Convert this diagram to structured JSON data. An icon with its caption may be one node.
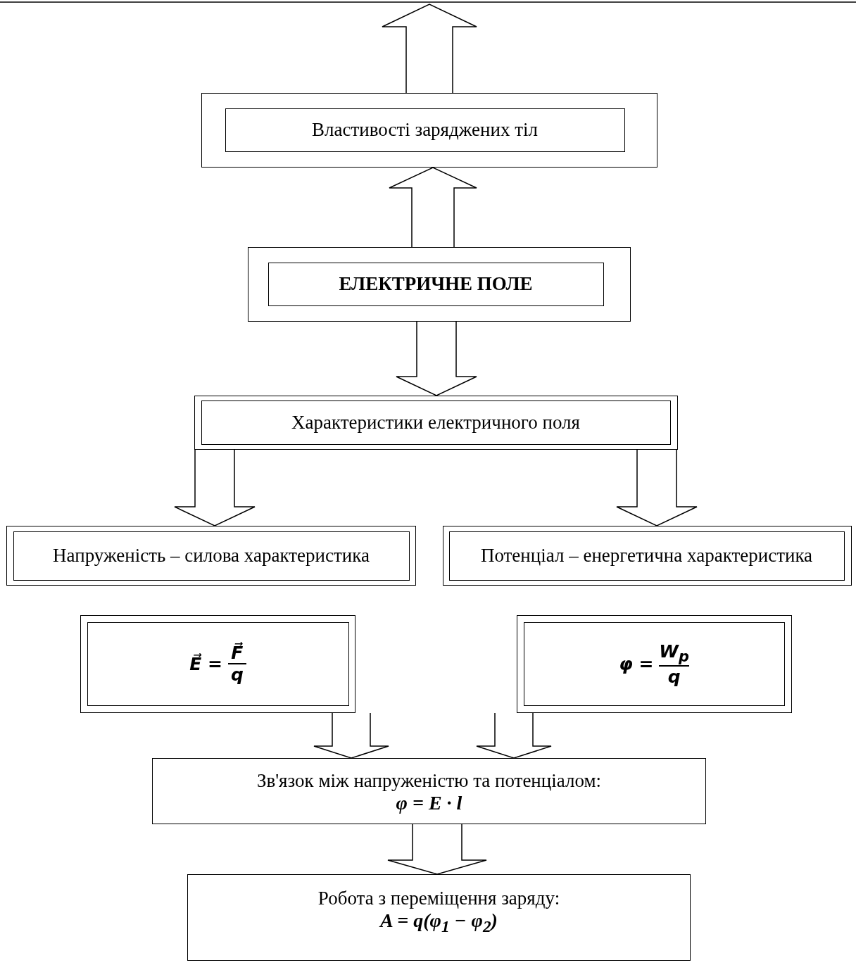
{
  "diagram": {
    "nodes": [
      {
        "text": [
          "Властивості заряджених тіл"
        ]
      },
      {
        "text": [
          "ЕЛЕКТРИЧНЕ ПОЛЕ"
        ]
      },
      {
        "text": [
          "Характеристики електричного поля"
        ]
      },
      {
        "text": [
          "Напруженість – силова характеристика"
        ]
      },
      {
        "text": [
          "Потенціал – енергетична характеристика"
        ]
      },
      {
        "text": [
          "E⃗ =",
          "F⃗",
          "q"
        ]
      },
      {
        "text": [
          "φ =",
          "W$_{p}$",
          "q"
        ]
      },
      {
        "text": [
          "Зв'язок між напруженістю та потенціалом:",
          "φ = E · l"
        ]
      },
      {
        "text": [
          "Робота з переміщення заряду:",
          "A = q(φ$_{1}$ − φ$_{2}$)"
        ]
      }
    ],
    "edges": [
      {
        "from": 0,
        "to": null,
        "arrow": "to"
      },
      {
        "from": 1,
        "to": 0,
        "arrow": "to"
      },
      {
        "from": 1,
        "to": 2,
        "arrow": "to"
      },
      {
        "from": 2,
        "to": 3,
        "arrow": "to"
      },
      {
        "from": 2,
        "to": 4,
        "arrow": "to"
      },
      {
        "from": 5,
        "to": 7,
        "arrow": "to"
      },
      {
        "from": 6,
        "to": 7,
        "arrow": "to"
      },
      {
        "from": 7,
        "to": 8,
        "arrow": "to"
      }
    ]
  }
}
